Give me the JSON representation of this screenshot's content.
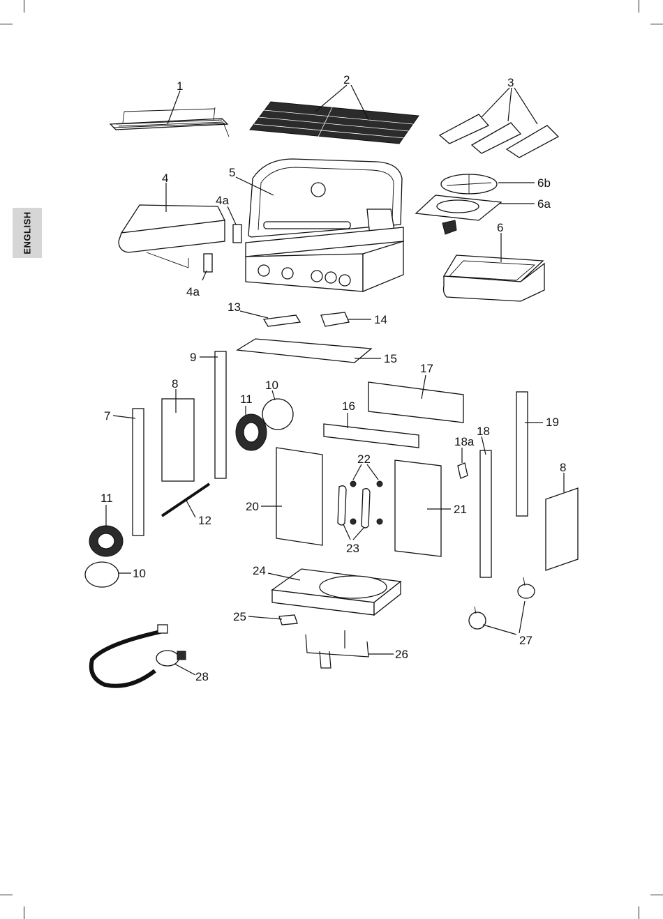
{
  "language_tab": "ENGLISH",
  "labels": {
    "p1": "1",
    "p2": "2",
    "p3": "3",
    "p4": "4",
    "p4a_top": "4a",
    "p4a_bot": "4a",
    "p5": "5",
    "p6": "6",
    "p6a": "6a",
    "p6b": "6b",
    "p7": "7",
    "p8_left": "8",
    "p8_right": "8",
    "p9": "9",
    "p10_top": "10",
    "p10_bot": "10",
    "p11_top": "11",
    "p11_bot": "11",
    "p12": "12",
    "p13": "13",
    "p14": "14",
    "p15": "15",
    "p16": "16",
    "p17": "17",
    "p18": "18",
    "p18a": "18a",
    "p19": "19",
    "p20": "20",
    "p21": "21",
    "p22": "22",
    "p23": "23",
    "p24": "24",
    "p25": "25",
    "p26": "26",
    "p27": "27",
    "p28": "28"
  }
}
